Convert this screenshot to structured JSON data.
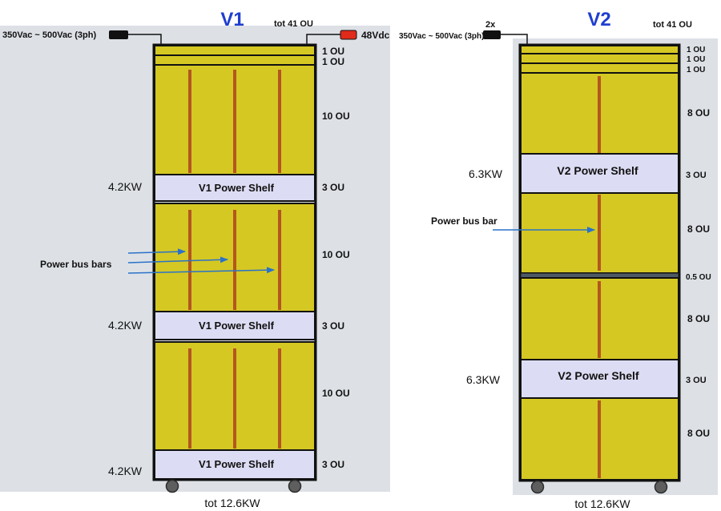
{
  "colors": {
    "panel_bg": "#dde1e6",
    "compute_fill": "#d5c823",
    "shelf_fill": "#dcdcf4",
    "bus_bar": "#b5561f",
    "arrow": "#2a72c8",
    "title": "#1f3fd0",
    "dc_connector": "#e02a1a",
    "ac_connector": "#111111",
    "divider": "#4d5a63"
  },
  "v1": {
    "title": "V1",
    "total_ou": "tot 41 OU",
    "ac_input": "350Vac ~ 500Vac (3ph)",
    "dc_output": "48Vdc",
    "ou_labels": [
      "1 OU",
      "1 OU",
      "10 OU",
      "3 OU",
      "10 OU",
      "3 OU",
      "10 OU",
      "3 OU"
    ],
    "shelf_label": "V1 Power Shelf",
    "shelf_power": [
      "4.2KW",
      "4.2KW",
      "4.2KW"
    ],
    "bus_bar_note": "Power bus bars",
    "total_power": "tot 12.6KW"
  },
  "v2": {
    "title": "V2",
    "total_ou": "tot 41 OU",
    "ac_input": "350Vac ~ 500Vac (3ph)",
    "ac_multiplier": "2x",
    "ou_labels": [
      "1 OU",
      "1 OU",
      "1 OU",
      "8 OU",
      "3 OU",
      "8 OU",
      "0.5 OU",
      "8 OU",
      "3 OU",
      "8 OU"
    ],
    "shelf_label": "V2 Power Shelf",
    "shelf_power": [
      "6.3KW",
      "6.3KW"
    ],
    "bus_bar_note": "Power bus bar",
    "total_power": "tot 12.6KW"
  }
}
